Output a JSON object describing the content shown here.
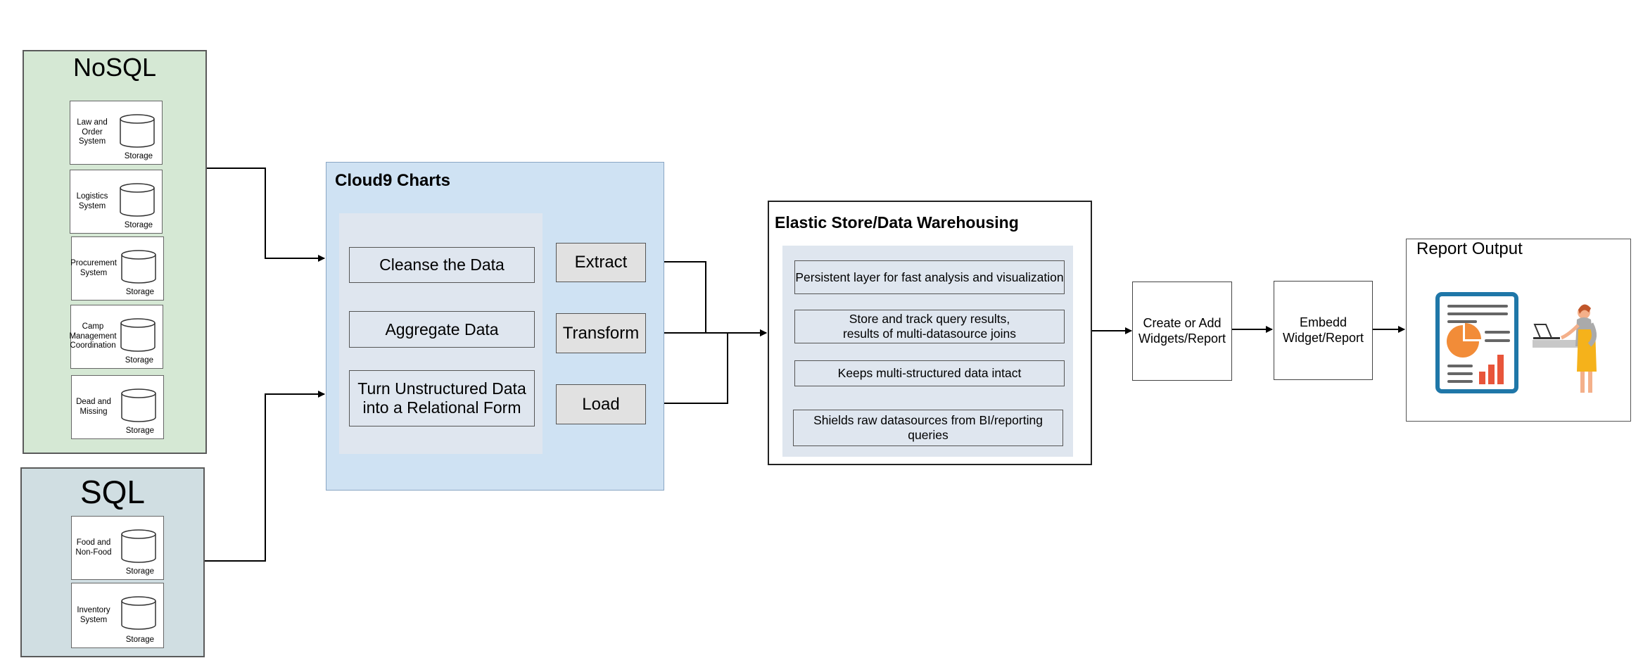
{
  "nosql": {
    "title": "NoSQL",
    "systems": [
      {
        "name": "Law and\nOrder\nSystem",
        "storage": "Storage"
      },
      {
        "name": "Logistics\nSystem",
        "storage": "Storage"
      },
      {
        "name": "Procurement\nSystem",
        "storage": "Storage"
      },
      {
        "name": "Camp\nManagement\nCoordination",
        "storage": "Storage"
      },
      {
        "name": "Dead and\nMissing",
        "storage": "Storage"
      }
    ]
  },
  "sql": {
    "title": "SQL",
    "systems": [
      {
        "name": "Food and\nNon-Food",
        "storage": "Storage"
      },
      {
        "name": "Inventory\nSystem",
        "storage": "Storage"
      }
    ]
  },
  "cloud9": {
    "title": "Cloud9 Charts",
    "steps": [
      "Cleanse the Data",
      "Aggregate Data",
      "Turn Unstructured Data into a Relational Form"
    ],
    "etl": [
      "Extract",
      "Transform",
      "Load"
    ]
  },
  "elastic": {
    "title": "Elastic Store/Data Warehousing",
    "features": [
      "Persistent layer for fast analysis and visualization",
      "Store and track query results,\nresults of multi-datasource joins",
      "Keeps multi-structured data intact",
      "Shields raw datasources from BI/reporting queries"
    ]
  },
  "create_widgets": "Create or Add\nWidgets/Report",
  "embed_widget": "Embedd\nWidget/Report",
  "report_output": {
    "title": "Report Output"
  },
  "colors": {
    "nosql_fill": "#d5e8d4",
    "sql_fill": "#d0dee2",
    "cloud9_fill": "#cfe2f3",
    "inner_fill": "#dfe6ef",
    "etl_fill": "#e1e1e1",
    "report_blue": "#1f77a8",
    "report_orange": "#f28c38",
    "report_red": "#e8553a",
    "person_yellow": "#f5b21b"
  }
}
